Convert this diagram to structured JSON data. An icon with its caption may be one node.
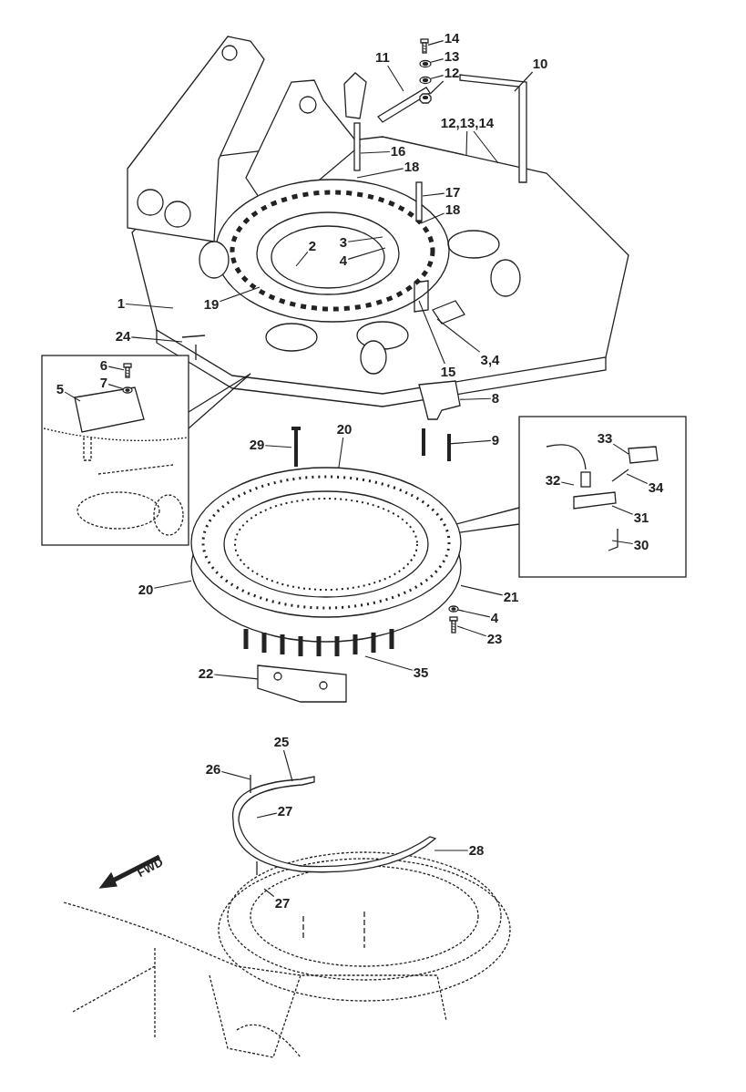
{
  "diagram": {
    "nodes": [
      {
        "text": [
          "14"
        ]
      },
      {
        "text": [
          "13"
        ]
      },
      {
        "text": [
          "12"
        ]
      },
      {
        "text": [
          "11"
        ]
      },
      {
        "text": [
          "10"
        ]
      },
      {
        "text": [
          "12,13,14"
        ]
      },
      {
        "text": [
          "16"
        ]
      },
      {
        "text": [
          "18"
        ]
      },
      {
        "text": [
          "17"
        ]
      },
      {
        "text": [
          "18"
        ]
      },
      {
        "text": [
          "3"
        ]
      },
      {
        "text": [
          "2"
        ]
      },
      {
        "text": [
          "4"
        ]
      },
      {
        "text": [
          "19"
        ]
      },
      {
        "text": [
          "1"
        ]
      },
      {
        "text": [
          "24"
        ]
      },
      {
        "text": [
          "15"
        ]
      },
      {
        "text": [
          "3,4"
        ]
      },
      {
        "text": [
          "6"
        ]
      },
      {
        "text": [
          "7"
        ]
      },
      {
        "text": [
          "5"
        ]
      },
      {
        "text": [
          "8"
        ]
      },
      {
        "text": [
          "29"
        ]
      },
      {
        "text": [
          "20"
        ]
      },
      {
        "text": [
          "9"
        ]
      },
      {
        "text": [
          "33"
        ]
      },
      {
        "text": [
          "32"
        ]
      },
      {
        "text": [
          "34"
        ]
      },
      {
        "text": [
          "31"
        ]
      },
      {
        "text": [
          "30"
        ]
      },
      {
        "text": [
          "20"
        ]
      },
      {
        "text": [
          "21"
        ]
      },
      {
        "text": [
          "4"
        ]
      },
      {
        "text": [
          "23"
        ]
      },
      {
        "text": [
          "35"
        ]
      },
      {
        "text": [
          "22"
        ]
      },
      {
        "text": [
          "25"
        ]
      },
      {
        "text": [
          "26"
        ]
      },
      {
        "text": [
          "27"
        ]
      },
      {
        "text": [
          "28"
        ]
      },
      {
        "text": [
          "27"
        ]
      },
      {
        "text": [],
        "shape": "picture"
      },
      {
        "text": [],
        "shape": "picture"
      },
      {
        "text": [],
        "shape": "picture"
      },
      {
        "text": [],
        "shape": "picture"
      },
      {
        "text": [],
        "shape": "picture"
      },
      {
        "text": [],
        "shape": "picture"
      },
      {
        "text": [],
        "shape": "picture"
      },
      {
        "text": [],
        "shape": "picture"
      },
      {
        "text": [],
        "shape": "picture"
      },
      {
        "text": [],
        "shape": "picture"
      },
      {
        "text": [],
        "shape": "picture"
      },
      {
        "text": [],
        "shape": "picture"
      },
      {
        "text": [],
        "shape": "picture"
      },
      {
        "text": [],
        "shape": "picture"
      }
    ],
    "edges": [
      {
        "from": 0,
        "to": 41,
        "arrow": "none"
      },
      {
        "from": 1,
        "to": 42,
        "arrow": "none"
      },
      {
        "from": 2,
        "to": 43,
        "arrow": "none"
      },
      {
        "from": 2,
        "to": 44,
        "arrow": "none"
      },
      {
        "from": 3,
        "to": null,
        "arrow": "none"
      },
      {
        "from": 4,
        "to": null,
        "arrow": "none"
      },
      {
        "from": 5,
        "to": null,
        "arrow": "none"
      },
      {
        "from": 5,
        "to": null,
        "arrow": "none"
      },
      {
        "from": 6,
        "to": null,
        "arrow": "none"
      },
      {
        "from": 7,
        "to": null,
        "arrow": "none"
      },
      {
        "from": 8,
        "to": null,
        "arrow": "none"
      },
      {
        "from": 9,
        "to": null,
        "arrow": "none"
      },
      {
        "from": 10,
        "to": null,
        "arrow": "none"
      },
      {
        "from": 11,
        "to": null,
        "arrow": "none"
      },
      {
        "from": 12,
        "to": null,
        "arrow": "none"
      },
      {
        "from": 13,
        "to": null,
        "arrow": "none"
      },
      {
        "from": 14,
        "to": null,
        "arrow": "none"
      },
      {
        "from": 15,
        "to": null,
        "arrow": "none"
      },
      {
        "from": 16,
        "to": null,
        "arrow": "none"
      },
      {
        "from": 17,
        "to": null,
        "arrow": "none"
      },
      {
        "from": 18,
        "to": 45,
        "arrow": "none"
      },
      {
        "from": 19,
        "to": 46,
        "arrow": "none"
      },
      {
        "from": 20,
        "to": null,
        "arrow": "none"
      },
      {
        "from": 21,
        "to": 47,
        "arrow": "none"
      },
      {
        "from": 22,
        "to": 48,
        "arrow": "none"
      },
      {
        "from": 23,
        "to": 50,
        "arrow": "none"
      },
      {
        "from": 24,
        "to": 49,
        "arrow": "none"
      },
      {
        "from": 25,
        "to": null,
        "arrow": "none"
      },
      {
        "from": 26,
        "to": null,
        "arrow": "none"
      },
      {
        "from": 27,
        "to": null,
        "arrow": "none"
      },
      {
        "from": 28,
        "to": null,
        "arrow": "none"
      },
      {
        "from": 29,
        "to": null,
        "arrow": "none"
      },
      {
        "from": 30,
        "to": 50,
        "arrow": "none"
      },
      {
        "from": 31,
        "to": 50,
        "arrow": "none"
      },
      {
        "from": 32,
        "to": 52,
        "arrow": "none"
      },
      {
        "from": 33,
        "to": 53,
        "arrow": "none"
      },
      {
        "from": 34,
        "to": 51,
        "arrow": "none"
      },
      {
        "from": 35,
        "to": 54,
        "arrow": "none"
      },
      {
        "from": 36,
        "to": null,
        "arrow": "none"
      },
      {
        "from": 37,
        "to": null,
        "arrow": "none"
      },
      {
        "from": 38,
        "to": null,
        "arrow": "none"
      },
      {
        "from": 39,
        "to": null,
        "arrow": "none"
      },
      {
        "from": 40,
        "to": null,
        "arrow": "none"
      }
    ],
    "labels": [
      "FWD"
    ]
  }
}
